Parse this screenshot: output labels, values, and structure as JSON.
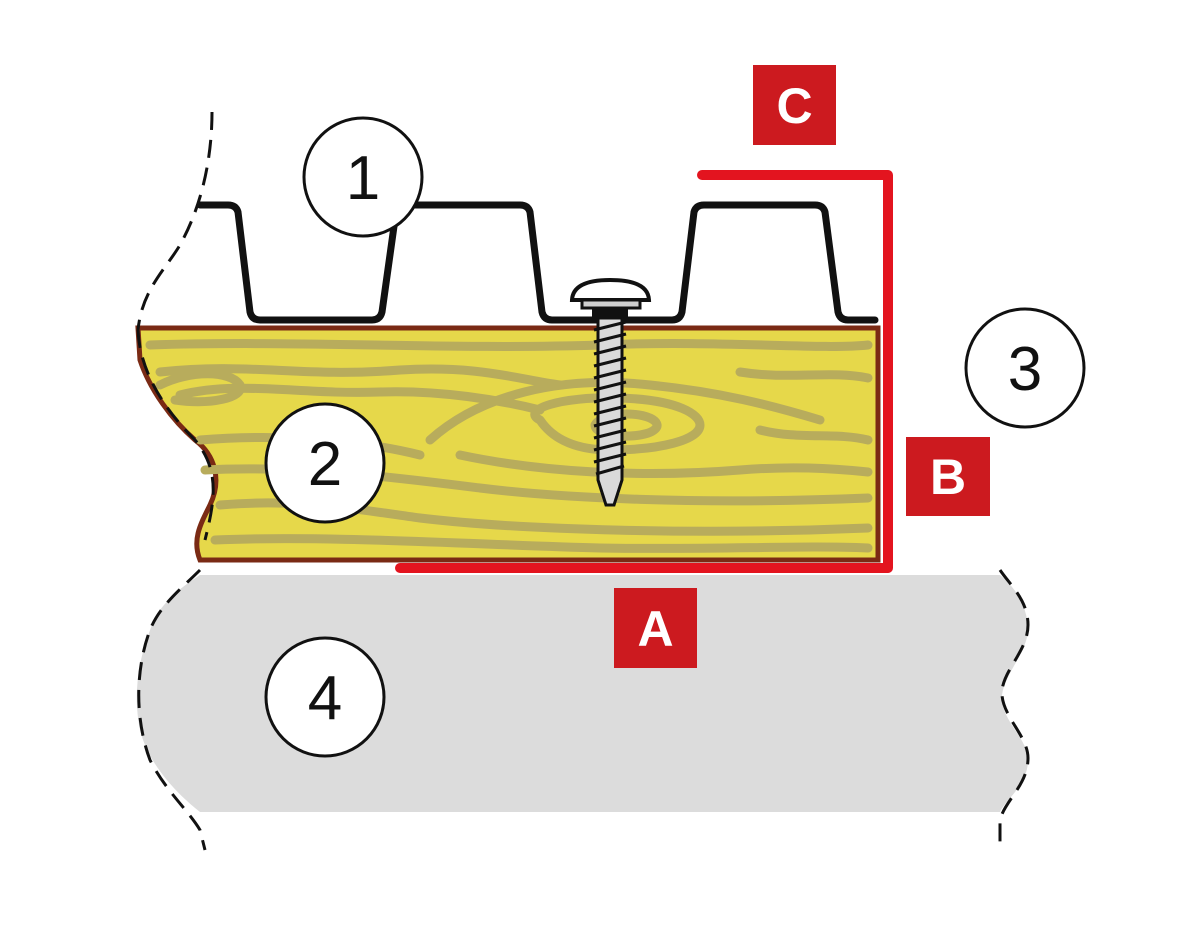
{
  "colors": {
    "background": "#ffffff",
    "wood_fill": "#e6d84a",
    "wood_grain": "#b8ac5c",
    "wood_edge": "#7a2a14",
    "wall_fill": "#dcdcdc",
    "flashing_red": "#e3141f",
    "tag_bg": "#cc1a1f",
    "tag_text": "#ffffff",
    "line": "#111111",
    "screw_fill": "#cfcfcf"
  },
  "numbers": [
    {
      "id": "1",
      "label": "1"
    },
    {
      "id": "2",
      "label": "2"
    },
    {
      "id": "3",
      "label": "3"
    },
    {
      "id": "4",
      "label": "4"
    }
  ],
  "tags": [
    {
      "id": "A",
      "label": "A"
    },
    {
      "id": "B",
      "label": "B"
    },
    {
      "id": "C",
      "label": "C"
    }
  ]
}
